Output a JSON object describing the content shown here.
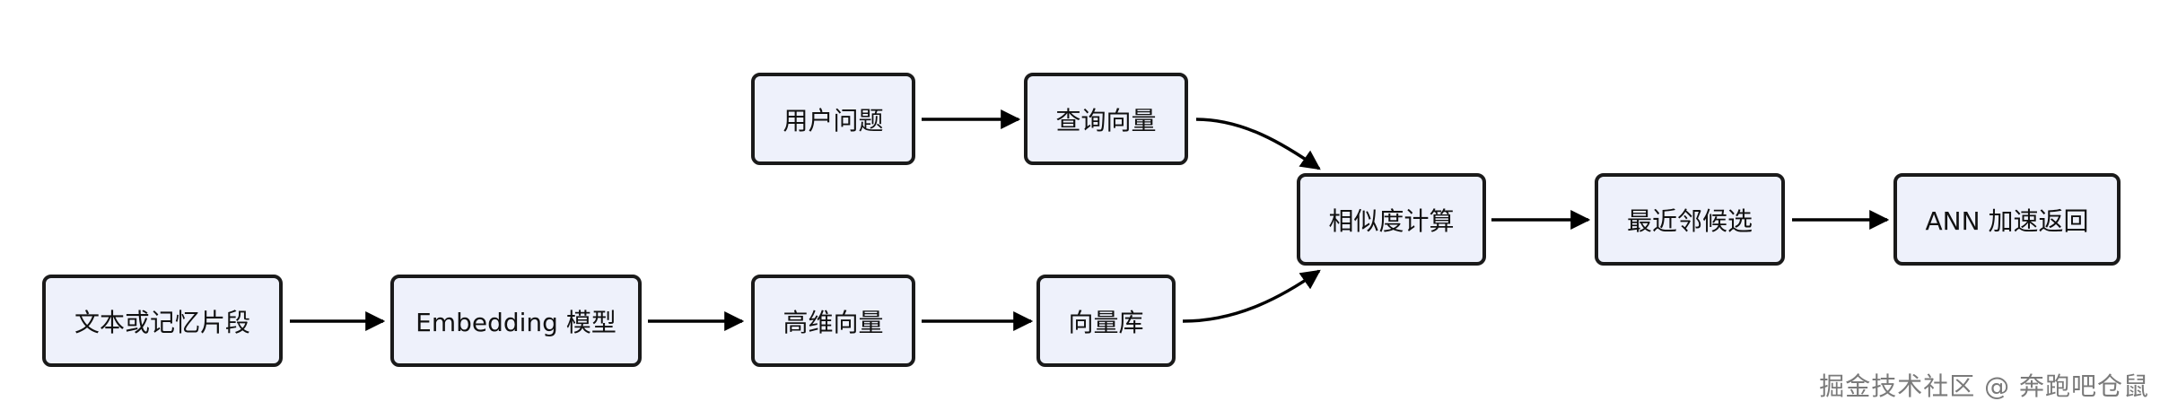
{
  "nodes": {
    "user_question": "用户问题",
    "query_vector": "查询向量",
    "similarity": "相似度计算",
    "nearest_candidates": "最近邻候选",
    "ann_return": "ANN 加速返回",
    "text_memory": "文本或记忆片段",
    "embedding_model": "Embedding 模型",
    "high_dim_vector": "高维向量",
    "vector_store": "向量库"
  },
  "watermark": "掘金技术社区 @ 奔跑吧仓鼠",
  "colors": {
    "node_fill": "#eef1fb",
    "stroke": "#1a1a1a",
    "watermark": "#7a7a7a"
  }
}
